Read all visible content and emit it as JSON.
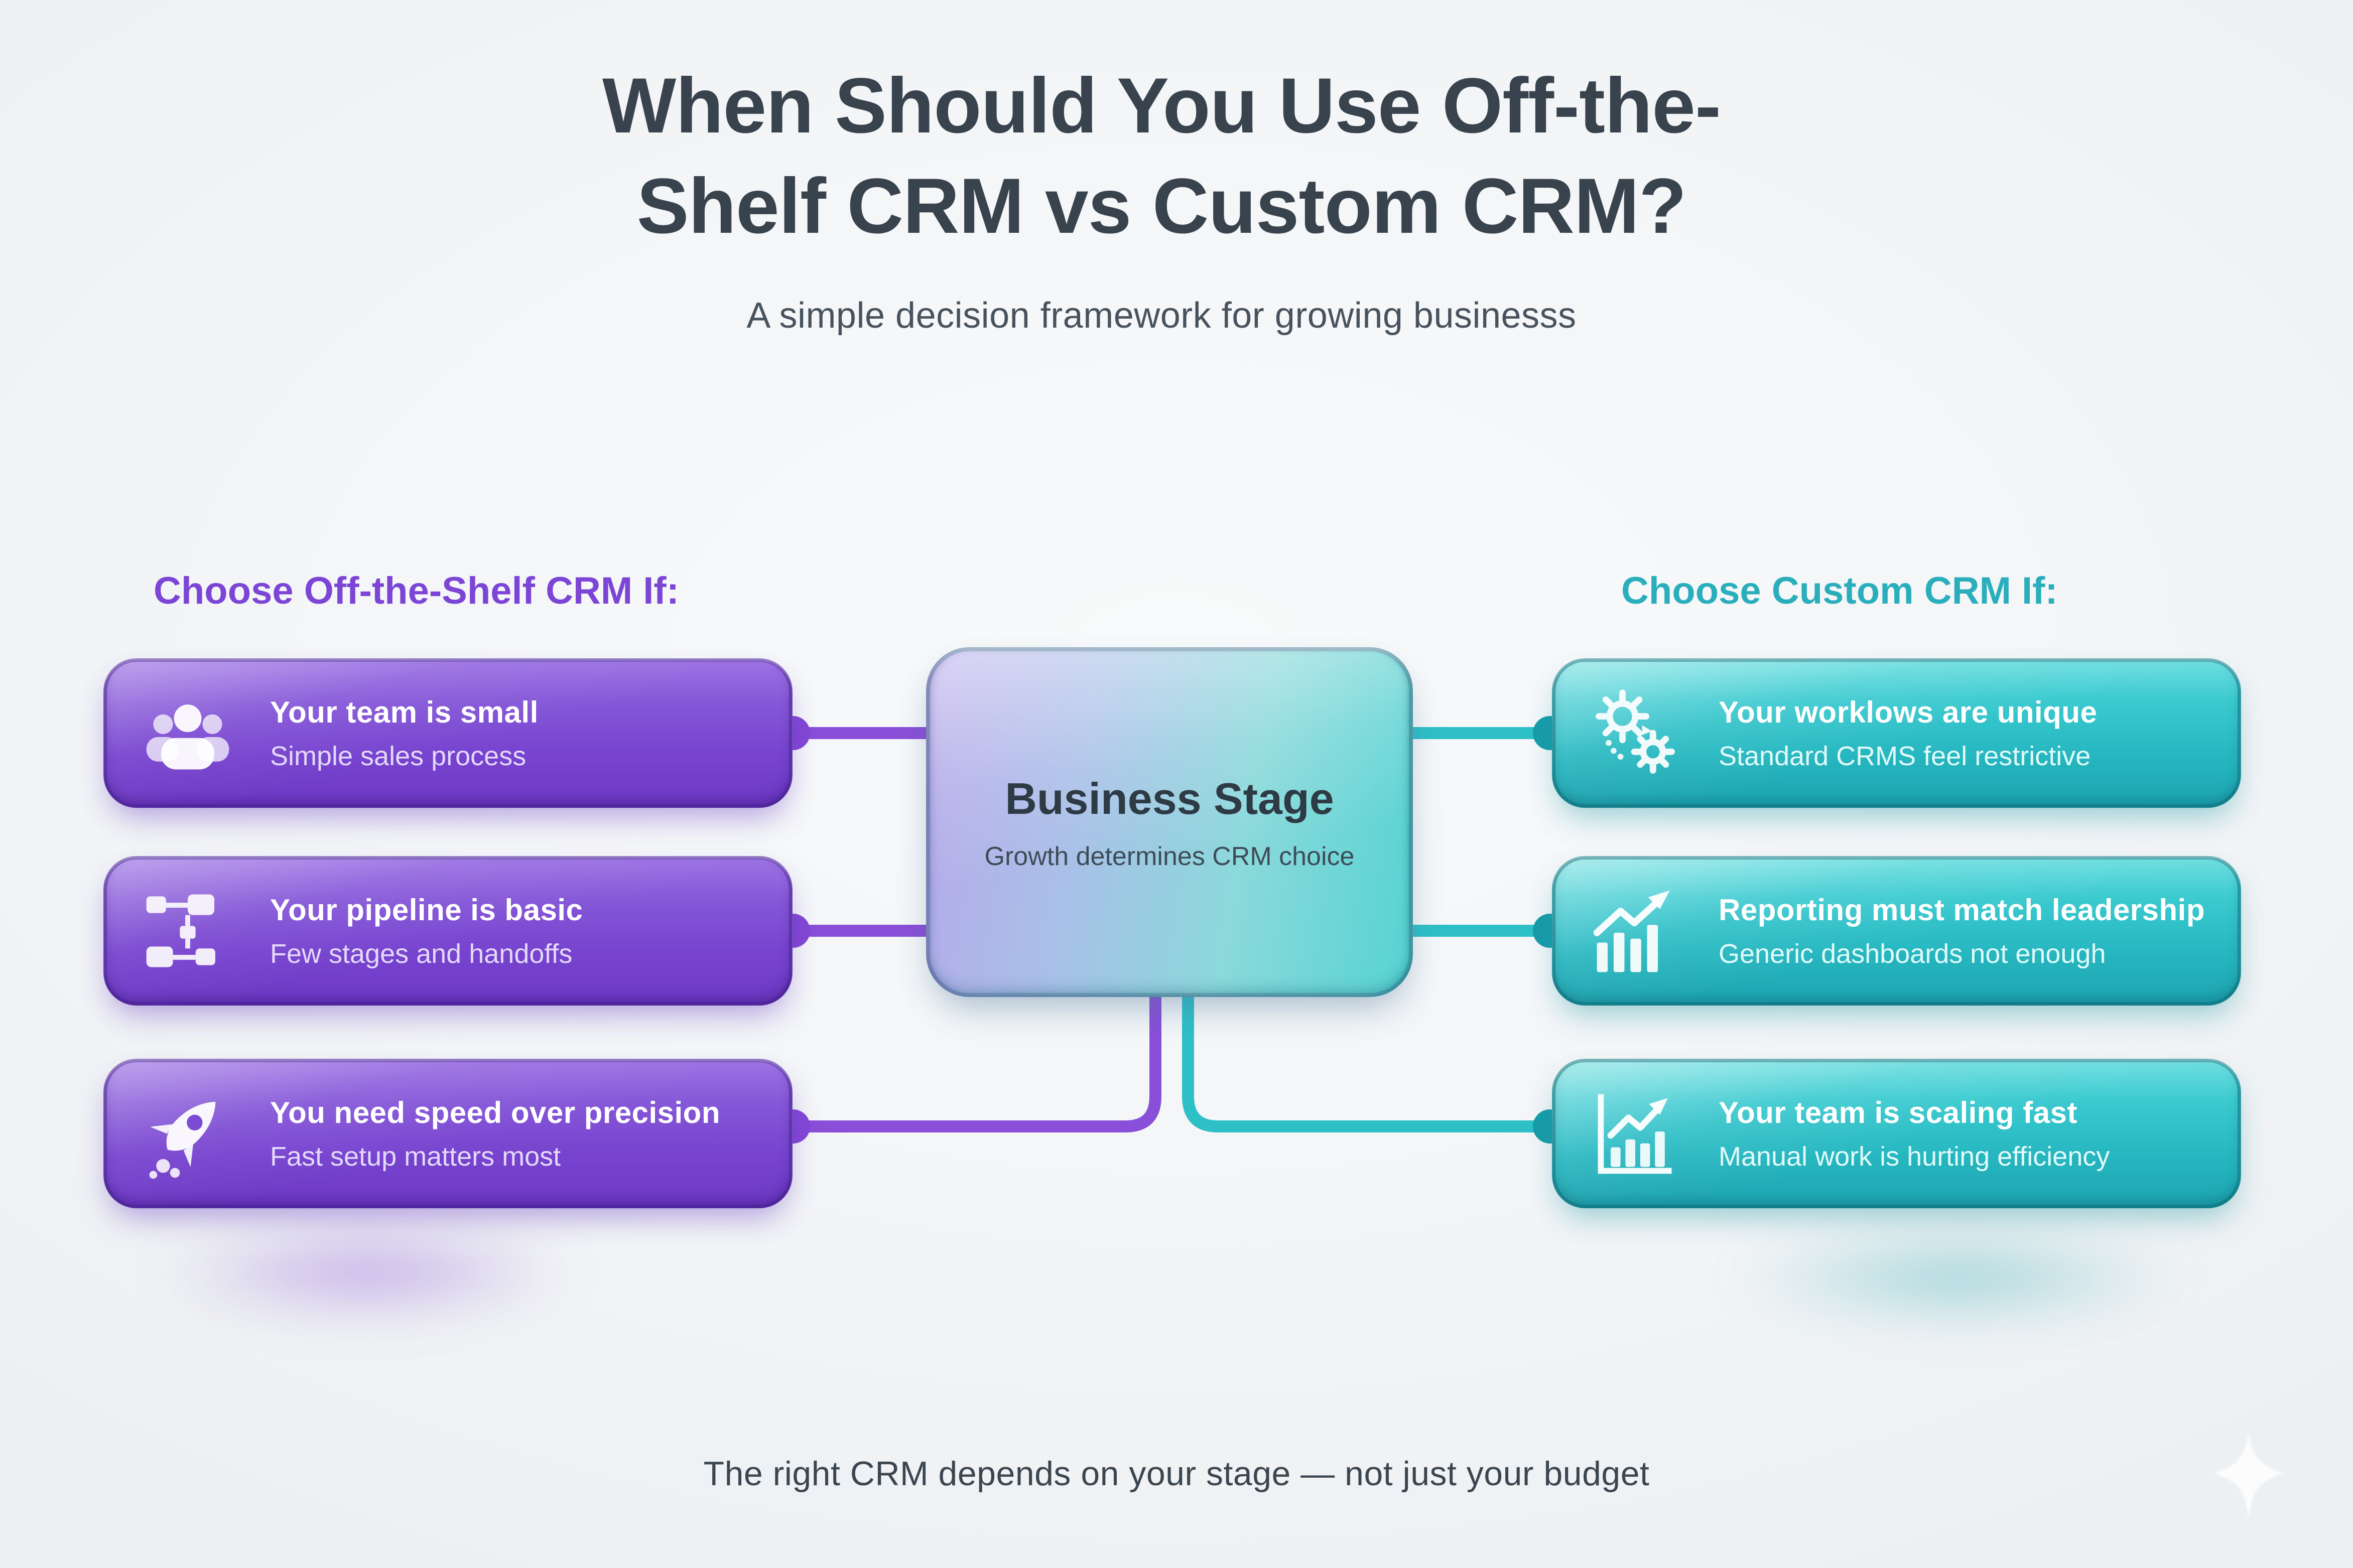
{
  "header": {
    "title_line1": "When Should You Use Off-the-",
    "title_line2": "Shelf CRM vs Custom CRM?",
    "subtitle": "A simple decision framework for growing businesss"
  },
  "left_column": {
    "header": "Choose Off-the-Shelf CRM If:",
    "items": [
      {
        "icon": "team-icon",
        "title": "Your team is small",
        "subtitle": "Simple sales process"
      },
      {
        "icon": "pipeline-icon",
        "title": "Your pipeline is basic",
        "subtitle": "Few stages and handoffs"
      },
      {
        "icon": "rocket-icon",
        "title": "You need speed over precision",
        "subtitle": "Fast setup matters most"
      }
    ]
  },
  "center_node": {
    "title": "Business Stage",
    "subtitle": "Growth determines CRM choice"
  },
  "right_column": {
    "header": "Choose Custom CRM If:",
    "items": [
      {
        "icon": "gears-icon",
        "title": "Your worklows are unique",
        "subtitle": "Standard CRMS feel restrictive"
      },
      {
        "icon": "bar-chart-arrow-icon",
        "title": "Reporting must match leadership",
        "subtitle": "Generic dashboards not enough"
      },
      {
        "icon": "framed-chart-icon",
        "title": "Your team is scaling fast",
        "subtitle": "Manual work is hurting efficiency"
      }
    ]
  },
  "footer": {
    "note": "The right CRM depends on your stage — not just your budget"
  },
  "colors": {
    "background": "#f3f5f7",
    "title_text": "#39434e",
    "purple_accent": "#7c45d6",
    "purple_fill": "#7c4ad4",
    "purple_connector": "#8a4fd8",
    "teal_accent": "#2aaebc",
    "teal_fill": "#2cc3c9",
    "teal_connector": "#2ec0c7",
    "center_gradient_left": "#b7a8ea",
    "center_gradient_right": "#55d3d2"
  }
}
